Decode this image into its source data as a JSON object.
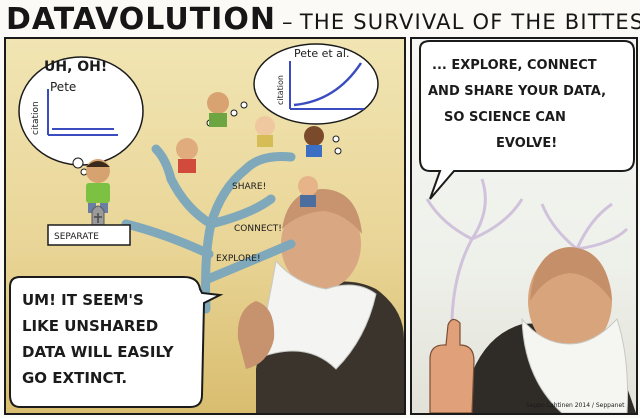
{
  "title": {
    "main": "DATAVOLUTION",
    "dash": "–",
    "subtitle": "THE SURVIVAL OF THE BITTEST"
  },
  "left_panel": {
    "chart_pete": {
      "title": "Pete",
      "ylabel": "citation",
      "trend": "flat"
    },
    "uh_oh": "UH, OH!",
    "chart_pete_etal": {
      "title": "Pete et al.",
      "ylabel": "citation",
      "trend": "rising"
    },
    "tree_labels": {
      "share": "SHARE!",
      "connect": "CONNECT!",
      "explore": "EXPLORE!"
    },
    "sign": "SEPARATE",
    "speech": [
      "UM! IT SEEM'S",
      "LIKE UNSHARED",
      "DATA WILL EASILY",
      "GO EXTINCT."
    ]
  },
  "right_panel": {
    "speech": [
      "... EXPLORE, CONNECT",
      "AND SHARE YOUR DATA,",
      "SO SCIENCE CAN",
      "EVOLVE!"
    ],
    "signature": "Seppo Lahtinen 2014 / Seppanet"
  },
  "colors": {
    "ink": "#1b1b1b",
    "chart_axis": "#3b4cc0",
    "tree": "#8fb9c9",
    "background_left": "#e9d597",
    "background_right": "#eef0ea"
  },
  "icons": [
    "person-green-shirt-icon",
    "gravestone-icon",
    "branching-tree-icon",
    "darwin-portrait-icon",
    "thumbs-up-icon"
  ]
}
